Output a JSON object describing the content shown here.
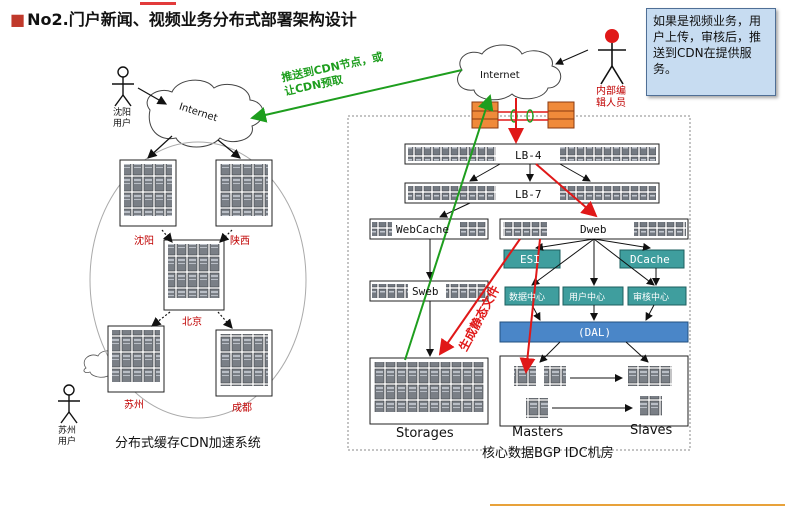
{
  "title": "No2.门户新闻、视频业务分布式部署架构设计",
  "callout": "如果是视频业务，用户上传，审核后，推送到CDN在提供服务。",
  "left": {
    "internet": "Internet",
    "shenyang_user": "沈阳用户",
    "suzhou_user": "苏州用户",
    "cities": [
      "沈阳",
      "陕西",
      "北京",
      "苏州",
      "成都"
    ],
    "caption": "分布式缓存CDN加速系统"
  },
  "right": {
    "internet": "Internet",
    "editor": "内部编辑人员",
    "push_note": "推送到CDN节点，或让CDN预取",
    "static_note": "生成静态文件",
    "lb4": "LB-4",
    "lb7": "LB-7",
    "webcache": "WebCache",
    "dweb": "Dweb",
    "sweb": "Sweb",
    "esi": "ESI",
    "dcache": "DCache",
    "data_center": "数据中心",
    "user_center": "用户中心",
    "audit_center": "审核中心",
    "dal": "(DAL)",
    "storages": "Storages",
    "masters": "Masters",
    "slaves": "Slaves",
    "idc": "核心数据BGP IDC机房"
  },
  "colors": {
    "push_arrow": "#1e9e1e",
    "flow_arrow": "#e01818",
    "teal_box": "#3f9e9e",
    "blue_box": "#4a86c8"
  }
}
